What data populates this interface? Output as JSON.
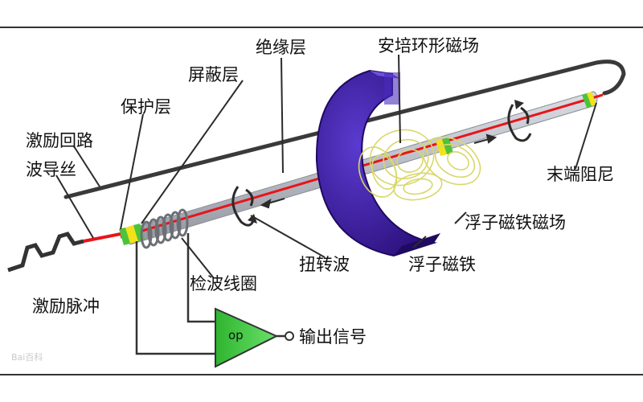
{
  "labels": {
    "insulation_layer": "绝缘层",
    "ampere_ring_field": "安培环形磁场",
    "shield_layer": "屏蔽层",
    "protective_layer": "保护层",
    "excitation_loop": "激励回路",
    "waveguide_wire": "波导丝",
    "end_damper": "末端阻尼",
    "float_magnet_field": "浮子磁铁磁场",
    "torsional_wave": "扭转波",
    "float_magnet": "浮子磁铁",
    "pickup_coil": "检波线圈",
    "excitation_pulse": "激励脉冲",
    "output_signal": "输出信号"
  },
  "amplifier": {
    "label": "op"
  },
  "watermark": "Bai百科",
  "colors": {
    "magnet": "#3f1fa8",
    "magnet_dark": "#2a0f78",
    "rod": "#c9ccd3",
    "wire": "#e8141a",
    "amplifier": "#3fc43f",
    "band_green": "#4cc33a",
    "band_yellow": "#f2e21a",
    "field_lines": "#d9d76a",
    "frame": "#333333"
  }
}
